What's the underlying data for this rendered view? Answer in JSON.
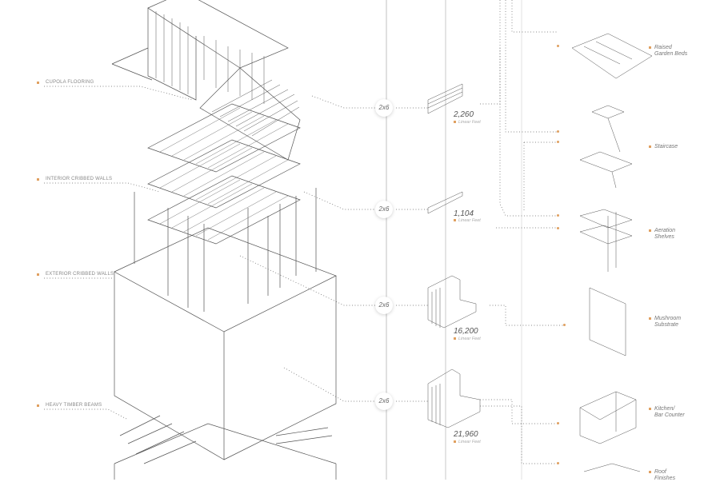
{
  "components": [
    {
      "label": "Cupola Flooring"
    },
    {
      "label": "Interior Cribbed Walls"
    },
    {
      "label": "Exterior Cribbed Walls"
    },
    {
      "label": "Heavy Timber Beams"
    }
  ],
  "lumber": [
    {
      "size": "2x6",
      "quantity": "2,260",
      "unit": "Linear Feet"
    },
    {
      "size": "2x6",
      "quantity": "1,104",
      "unit": "Linear Feet"
    },
    {
      "size": "2x6",
      "quantity": "16,200",
      "unit": "Linear Feet"
    },
    {
      "size": "2x6",
      "quantity": "21,960",
      "unit": "Linear Feet"
    }
  ],
  "uses": [
    {
      "line1": "Raised",
      "line2": "Garden Beds"
    },
    {
      "line1": "Staircase",
      "line2": ""
    },
    {
      "line1": "Aeration",
      "line2": "Shelves"
    },
    {
      "line1": "Mushroom",
      "line2": "Substrate"
    },
    {
      "line1": "Kitchen/",
      "line2": "Bar Counter"
    },
    {
      "line1": "Roof",
      "line2": "Finishes"
    }
  ],
  "colors": {
    "accent": "#e0a060",
    "line": "#555555",
    "guide": "#cccccc"
  }
}
